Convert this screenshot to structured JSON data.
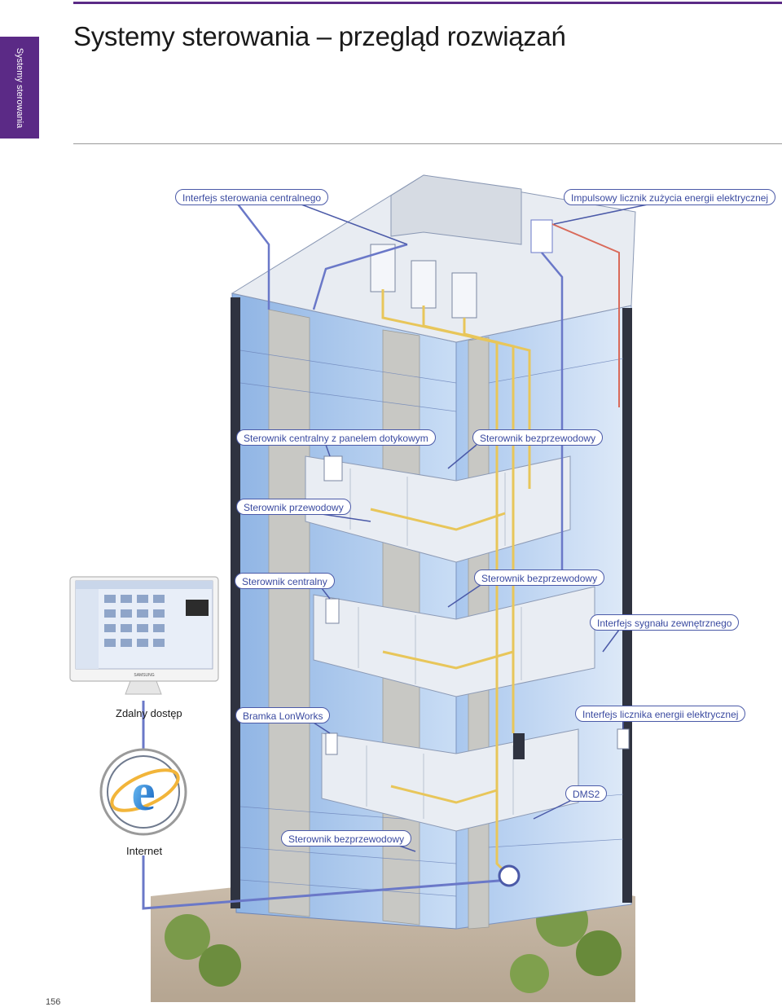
{
  "side_tab": "Systemy sterowania",
  "title": "Systemy sterowania – przegląd rozwiązań",
  "page_number": "156",
  "callouts": {
    "central_interface": "Interfejs sterowania centralnego",
    "energy_meter_pulse": "Impulsowy licznik zużycia energii elektrycznej",
    "touch_panel": "Sterownik centralny z panelem dotykowym",
    "wireless_1": "Sterownik bezprzewodowy",
    "wired": "Sterownik przewodowy",
    "central": "Sterownik centralny",
    "wireless_2": "Sterownik bezprzewodowy",
    "external_signal": "Interfejs sygnału zewnętrznego",
    "lonworks": "Bramka LonWorks",
    "energy_meter_interface": "Interfejs licznika energii elektrycznej",
    "dms2": "DMS2",
    "wireless_3": "Sterownik bezprzewodowy"
  },
  "labels": {
    "remote_access": "Zdalny dostęp",
    "internet": "Internet",
    "monitor_brand": "SAMSUNG"
  },
  "colors": {
    "brand_purple": "#5b2a86",
    "callout_blue": "#3a4aa0",
    "wire_yellow": "#e8c65a",
    "wire_blue": "#6a78c8",
    "wire_red": "#d96a5a"
  }
}
